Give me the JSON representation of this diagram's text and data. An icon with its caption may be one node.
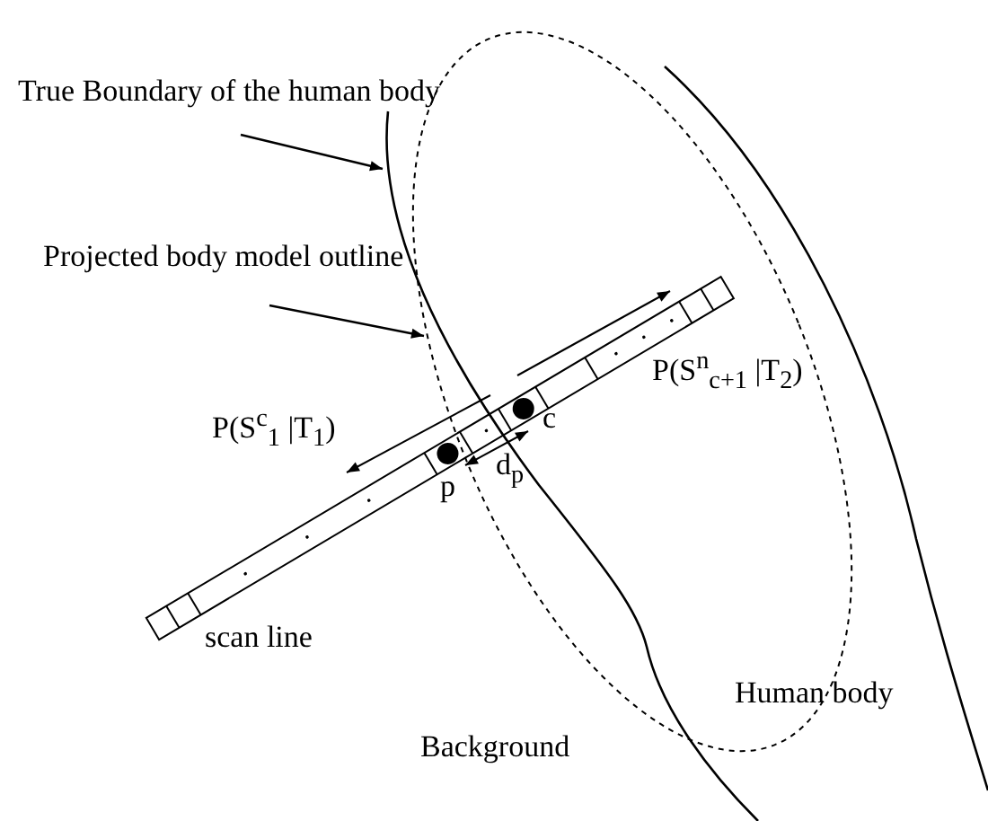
{
  "diagram": {
    "nodes": [
      {
        "text": [
          "True Boundary of the human body"
        ]
      },
      {
        "text": [],
        "shape": "curve"
      },
      {
        "text": [
          "Projected body model outline"
        ]
      },
      {
        "text": [],
        "shape": "ellipse"
      }
    ],
    "edges": [
      {
        "from": 0,
        "to": 1,
        "arrow": "to"
      },
      {
        "from": 2,
        "to": 3,
        "arrow": "to"
      }
    ],
    "labels": [
      "P(S$^{n}$$_{c+1}$ |T$_{2}$)",
      "c",
      "P(S$^{c}$$_{1}$ |T$_{1}$)",
      "d$_{p}$",
      "p",
      "scan line",
      "Human body",
      "Background"
    ]
  }
}
